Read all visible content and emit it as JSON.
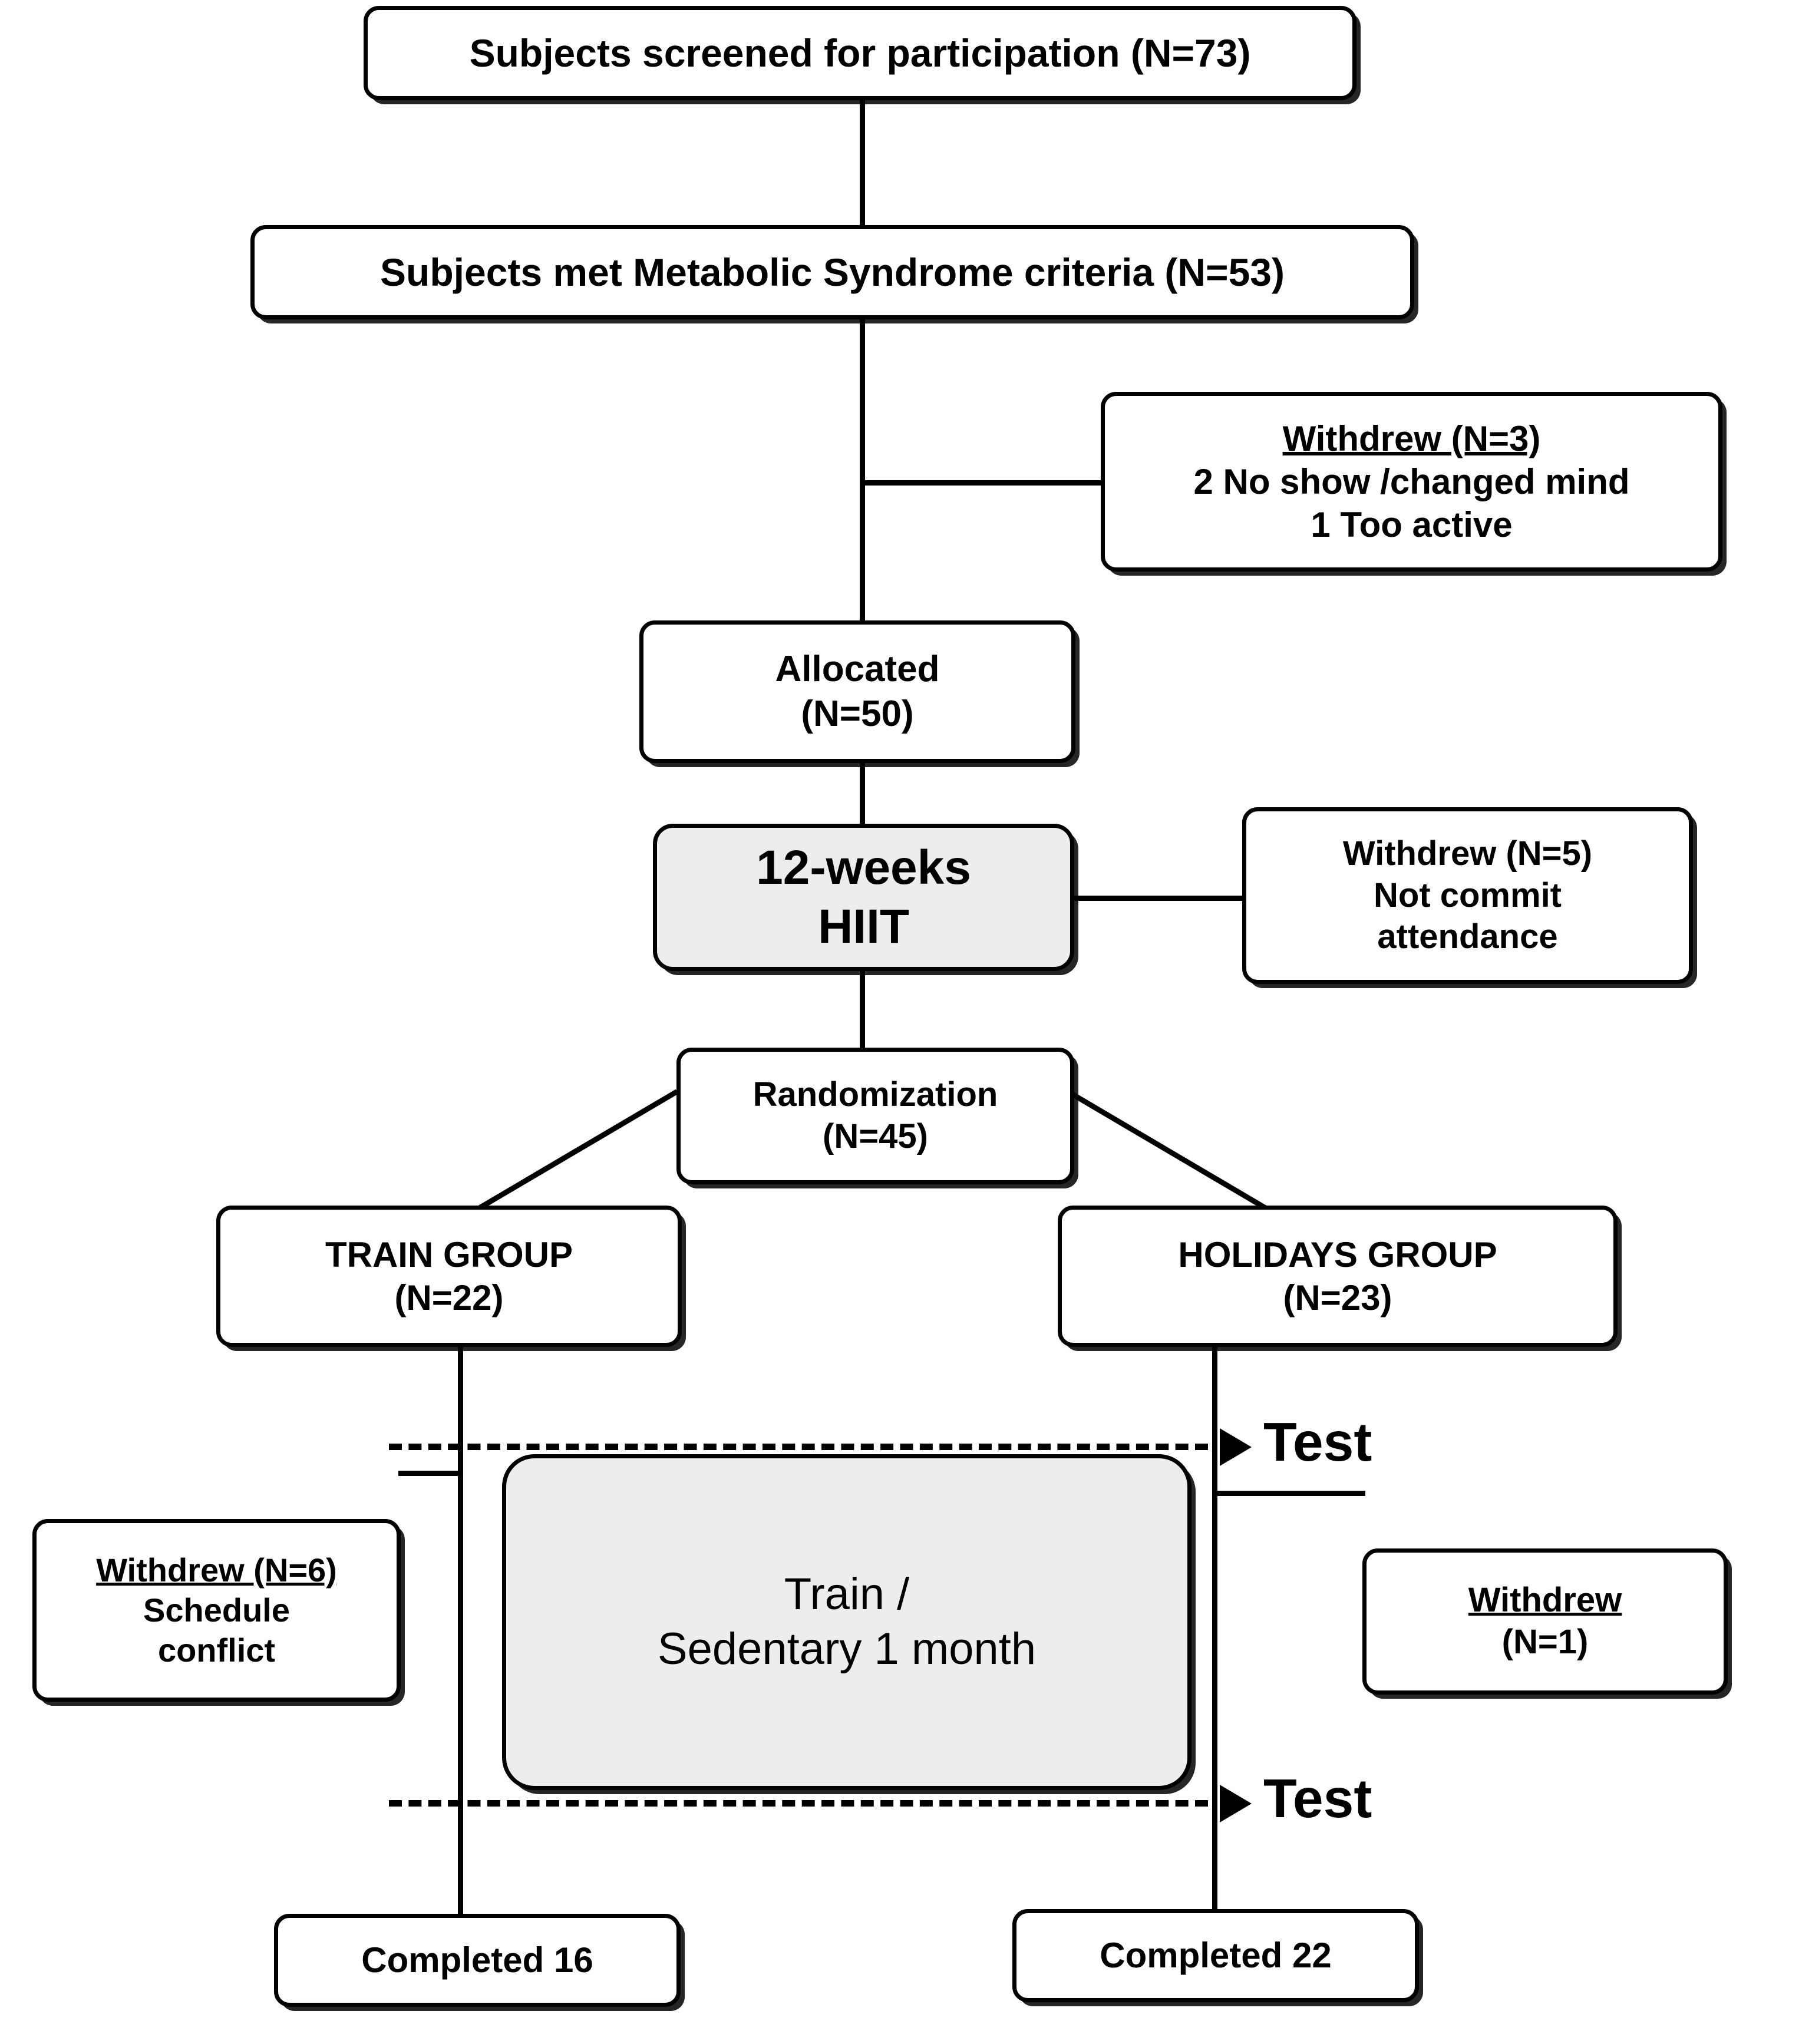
{
  "diagram": {
    "title": "CONSORT participant flow diagram",
    "type": "flowchart",
    "colors": {
      "stroke": "#000000",
      "box_fill": "#ffffff",
      "shaded_fill": "#ededed",
      "text": "#000000"
    },
    "nodes": {
      "screened": {
        "line1": "Subjects screened for participation (N=73)"
      },
      "met_criteria": {
        "line1": "Subjects met Metabolic Syndrome criteria (N=53)"
      },
      "withdrew_screening": {
        "line1": "Withdrew (N=3)",
        "line2": "2 No show /changed mind",
        "line3": "1 Too active"
      },
      "allocated": {
        "line1": "Allocated",
        "line2": "(N=50)"
      },
      "hiit": {
        "line1": "12-weeks",
        "line2": "HIIT"
      },
      "withdrew_hiit": {
        "line1": "Withdrew (N=5)",
        "line2": "Not commit",
        "line3": "attendance"
      },
      "randomization": {
        "line1": "Randomization",
        "line2": "(N=45)"
      },
      "train_group": {
        "line1": "TRAIN GROUP",
        "line2": "(N=22)"
      },
      "holidays_group": {
        "line1": "HOLIDAYS GROUP",
        "line2": "(N=23)"
      },
      "intervention": {
        "line1": "Train /",
        "line2": "Sedentary 1 month"
      },
      "withdrew_train": {
        "line1": "Withdrew (N=6)",
        "line2": "Schedule",
        "line3": "conflict"
      },
      "withdrew_holidays": {
        "line1": "Withdrew",
        "line2": "(N=1)"
      },
      "completed_train": {
        "line1": "Completed 16"
      },
      "completed_holidays": {
        "line1": "Completed 22"
      }
    },
    "annotations": {
      "test_top": "Test",
      "test_bottom": "Test"
    },
    "counts": {
      "screened": 73,
      "met_criteria": 53,
      "withdrew_screening": 3,
      "allocated": 50,
      "withdrew_hiit": 5,
      "randomized": 45,
      "train_group": 22,
      "holidays_group": 23,
      "withdrew_train": 6,
      "withdrew_holidays": 1,
      "completed_train": 16,
      "completed_holidays": 22
    }
  }
}
